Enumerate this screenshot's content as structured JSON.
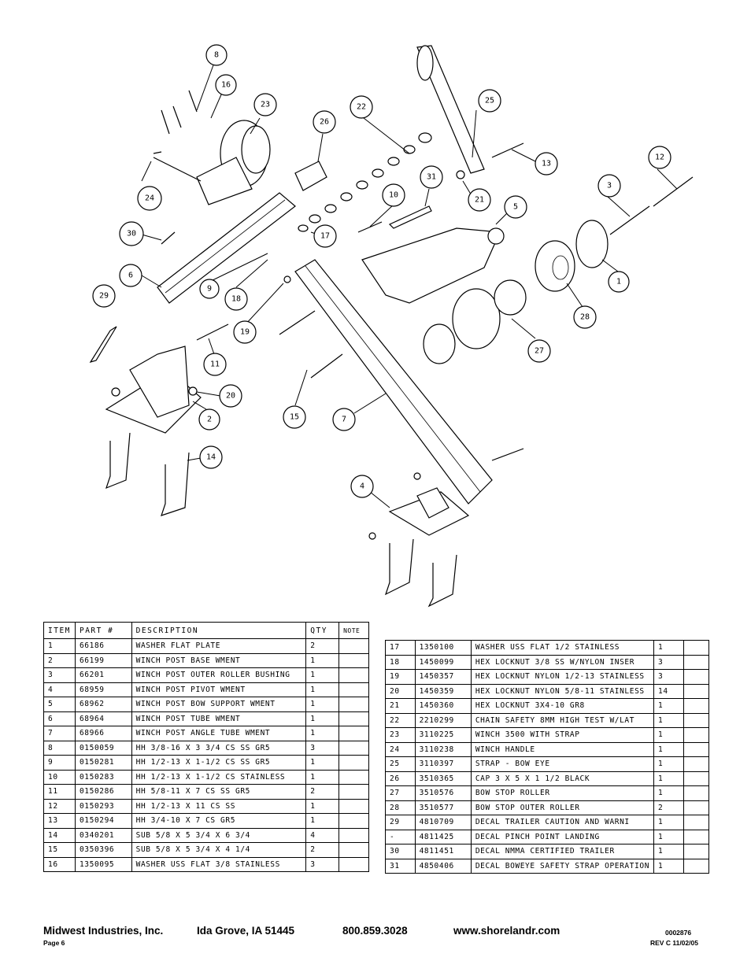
{
  "diagram": {
    "callouts": [
      "8",
      "16",
      "23",
      "22",
      "26",
      "25",
      "13",
      "12",
      "31",
      "10",
      "21",
      "3",
      "5",
      "24",
      "30",
      "17",
      "6",
      "9",
      "18",
      "29",
      "1",
      "28",
      "19",
      "11",
      "20",
      "27",
      "2",
      "15",
      "7",
      "14",
      "4"
    ]
  },
  "parts_table_left": {
    "headers": [
      "ITEM",
      "PART #",
      "DESCRIPTION",
      "QTY",
      "NOTE"
    ],
    "rows": [
      [
        "1",
        "66186",
        "WASHER FLAT PLATE",
        "2",
        ""
      ],
      [
        "2",
        "66199",
        "WINCH POST BASE WMENT",
        "1",
        ""
      ],
      [
        "3",
        "66201",
        "WINCH POST OUTER ROLLER BUSHING",
        "1",
        ""
      ],
      [
        "4",
        "68959",
        "WINCH POST PIVOT WMENT",
        "1",
        ""
      ],
      [
        "5",
        "68962",
        "WINCH POST BOW SUPPORT WMENT",
        "1",
        ""
      ],
      [
        "6",
        "68964",
        "WINCH POST TUBE WMENT",
        "1",
        ""
      ],
      [
        "7",
        "68966",
        "WINCH POST ANGLE TUBE WMENT",
        "1",
        ""
      ],
      [
        "8",
        "0150059",
        "HH 3/8-16 X 3 3/4 CS SS GR5",
        "3",
        ""
      ],
      [
        "9",
        "0150281",
        "HH 1/2-13 X 1-1/2 CS SS GR5",
        "1",
        ""
      ],
      [
        "10",
        "0150283",
        "HH 1/2-13 X 1-1/2 CS STAINLESS",
        "1",
        ""
      ],
      [
        "11",
        "0150286",
        "HH 5/8-11 X 7 CS SS GR5",
        "2",
        ""
      ],
      [
        "12",
        "0150293",
        "HH 1/2-13 X 11 CS SS",
        "1",
        ""
      ],
      [
        "13",
        "0150294",
        "HH 3/4-10 X 7 CS GR5",
        "1",
        ""
      ],
      [
        "14",
        "0340201",
        "SUB 5/8 X 5 3/4 X 6 3/4",
        "4",
        ""
      ],
      [
        "15",
        "0350396",
        "SUB 5/8 X 5 3/4 X 4 1/4",
        "2",
        ""
      ],
      [
        "16",
        "1350095",
        "WASHER USS FLAT 3/8 STAINLESS",
        "3",
        ""
      ]
    ]
  },
  "parts_table_right": {
    "rows": [
      [
        "17",
        "1350100",
        "WASHER USS FLAT 1/2 STAINLESS",
        "1",
        ""
      ],
      [
        "18",
        "1450099",
        "HEX LOCKNUT 3/8 SS W/NYLON INSER",
        "3",
        ""
      ],
      [
        "19",
        "1450357",
        "HEX LOCKNUT NYLON 1/2-13 STAINLESS",
        "3",
        ""
      ],
      [
        "20",
        "1450359",
        "HEX LOCKNUT NYLON 5/8-11 STAINLESS",
        "14",
        ""
      ],
      [
        "21",
        "1450360",
        "HEX LOCKNUT 3X4-10 GR8",
        "1",
        ""
      ],
      [
        "22",
        "2210299",
        "CHAIN SAFETY 8MM HIGH TEST W/LAT",
        "1",
        ""
      ],
      [
        "23",
        "3110225",
        "WINCH 3500 WITH STRAP",
        "1",
        ""
      ],
      [
        "24",
        "3110238",
        "WINCH HANDLE",
        "1",
        ""
      ],
      [
        "25",
        "3110397",
        "STRAP - BOW EYE",
        "1",
        ""
      ],
      [
        "26",
        "3510365",
        "CAP 3 X 5 X 1 1/2 BLACK",
        "1",
        ""
      ],
      [
        "27",
        "3510576",
        "BOW STOP ROLLER",
        "1",
        ""
      ],
      [
        "28",
        "3510577",
        "BOW STOP OUTER ROLLER",
        "2",
        ""
      ],
      [
        "29",
        "4810709",
        "DECAL TRAILER CAUTION AND WARNI",
        "1",
        ""
      ],
      [
        "-",
        "4811425",
        "DECAL PINCH POINT LANDING",
        "1",
        ""
      ],
      [
        "30",
        "4811451",
        " DECAL NMMA CERTIFIED TRAILER",
        "1",
        ""
      ],
      [
        "31",
        "4850406",
        "DECAL BOWEYE SAFETY STRAP OPERATION",
        "1",
        ""
      ]
    ]
  },
  "footer": {
    "company": "Midwest Industries, Inc.",
    "city": "Ida Grove, IA  51445",
    "phone": "800.859.3028",
    "website": "www.shorelandr.com",
    "page": "Page 6",
    "doc_number": "0002876",
    "revision": "REV C  11/02/05"
  }
}
